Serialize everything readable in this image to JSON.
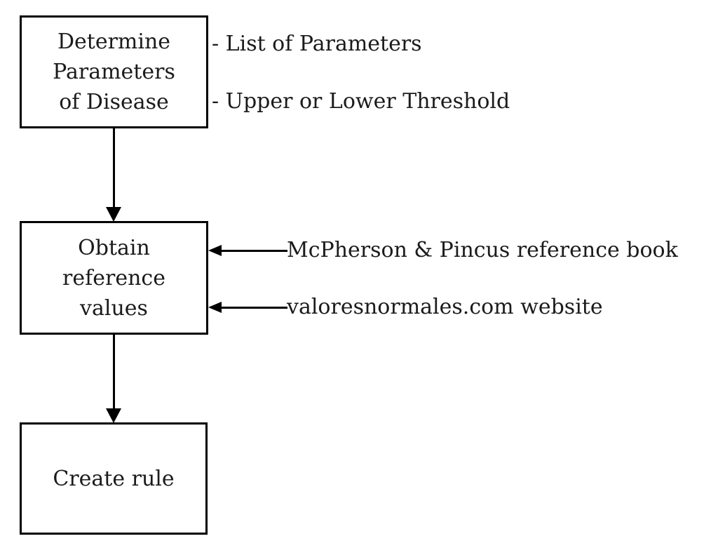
{
  "diagram": {
    "type": "flowchart",
    "boxes": {
      "determine": {
        "label": "Determine\nParameters\nof Disease"
      },
      "obtain": {
        "label": "Obtain\nreference\nvalues"
      },
      "create": {
        "label": "Create rule"
      }
    },
    "notes": {
      "list_of_parameters": "- List of Parameters",
      "upper_or_lower_threshold": "- Upper or Lower Threshold"
    },
    "sources": {
      "reference_book": "McPherson & Pincus reference book",
      "website": "valoresnormales.com website"
    },
    "colors": {
      "line": "#000000",
      "text": "#1b1b1b",
      "background": "#ffffff"
    }
  }
}
